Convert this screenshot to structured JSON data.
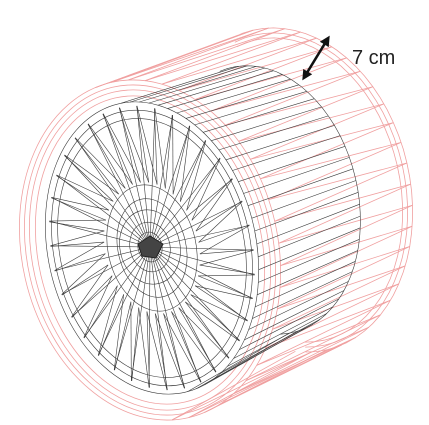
{
  "annotation": {
    "dimension_label": "7 cm"
  },
  "colors": {
    "outer_mesh": "#f0a0a0",
    "inner_mesh": "#3a3a3a",
    "dimension_arrow": "#111111",
    "label_text": "#222222",
    "background": "#ffffff"
  },
  "model": {
    "object": "cylindrical-drum-wireframe",
    "outer_layer_style": "pink-wireframe",
    "inner_structure_style": "dark-wireframe-with-spokes"
  }
}
